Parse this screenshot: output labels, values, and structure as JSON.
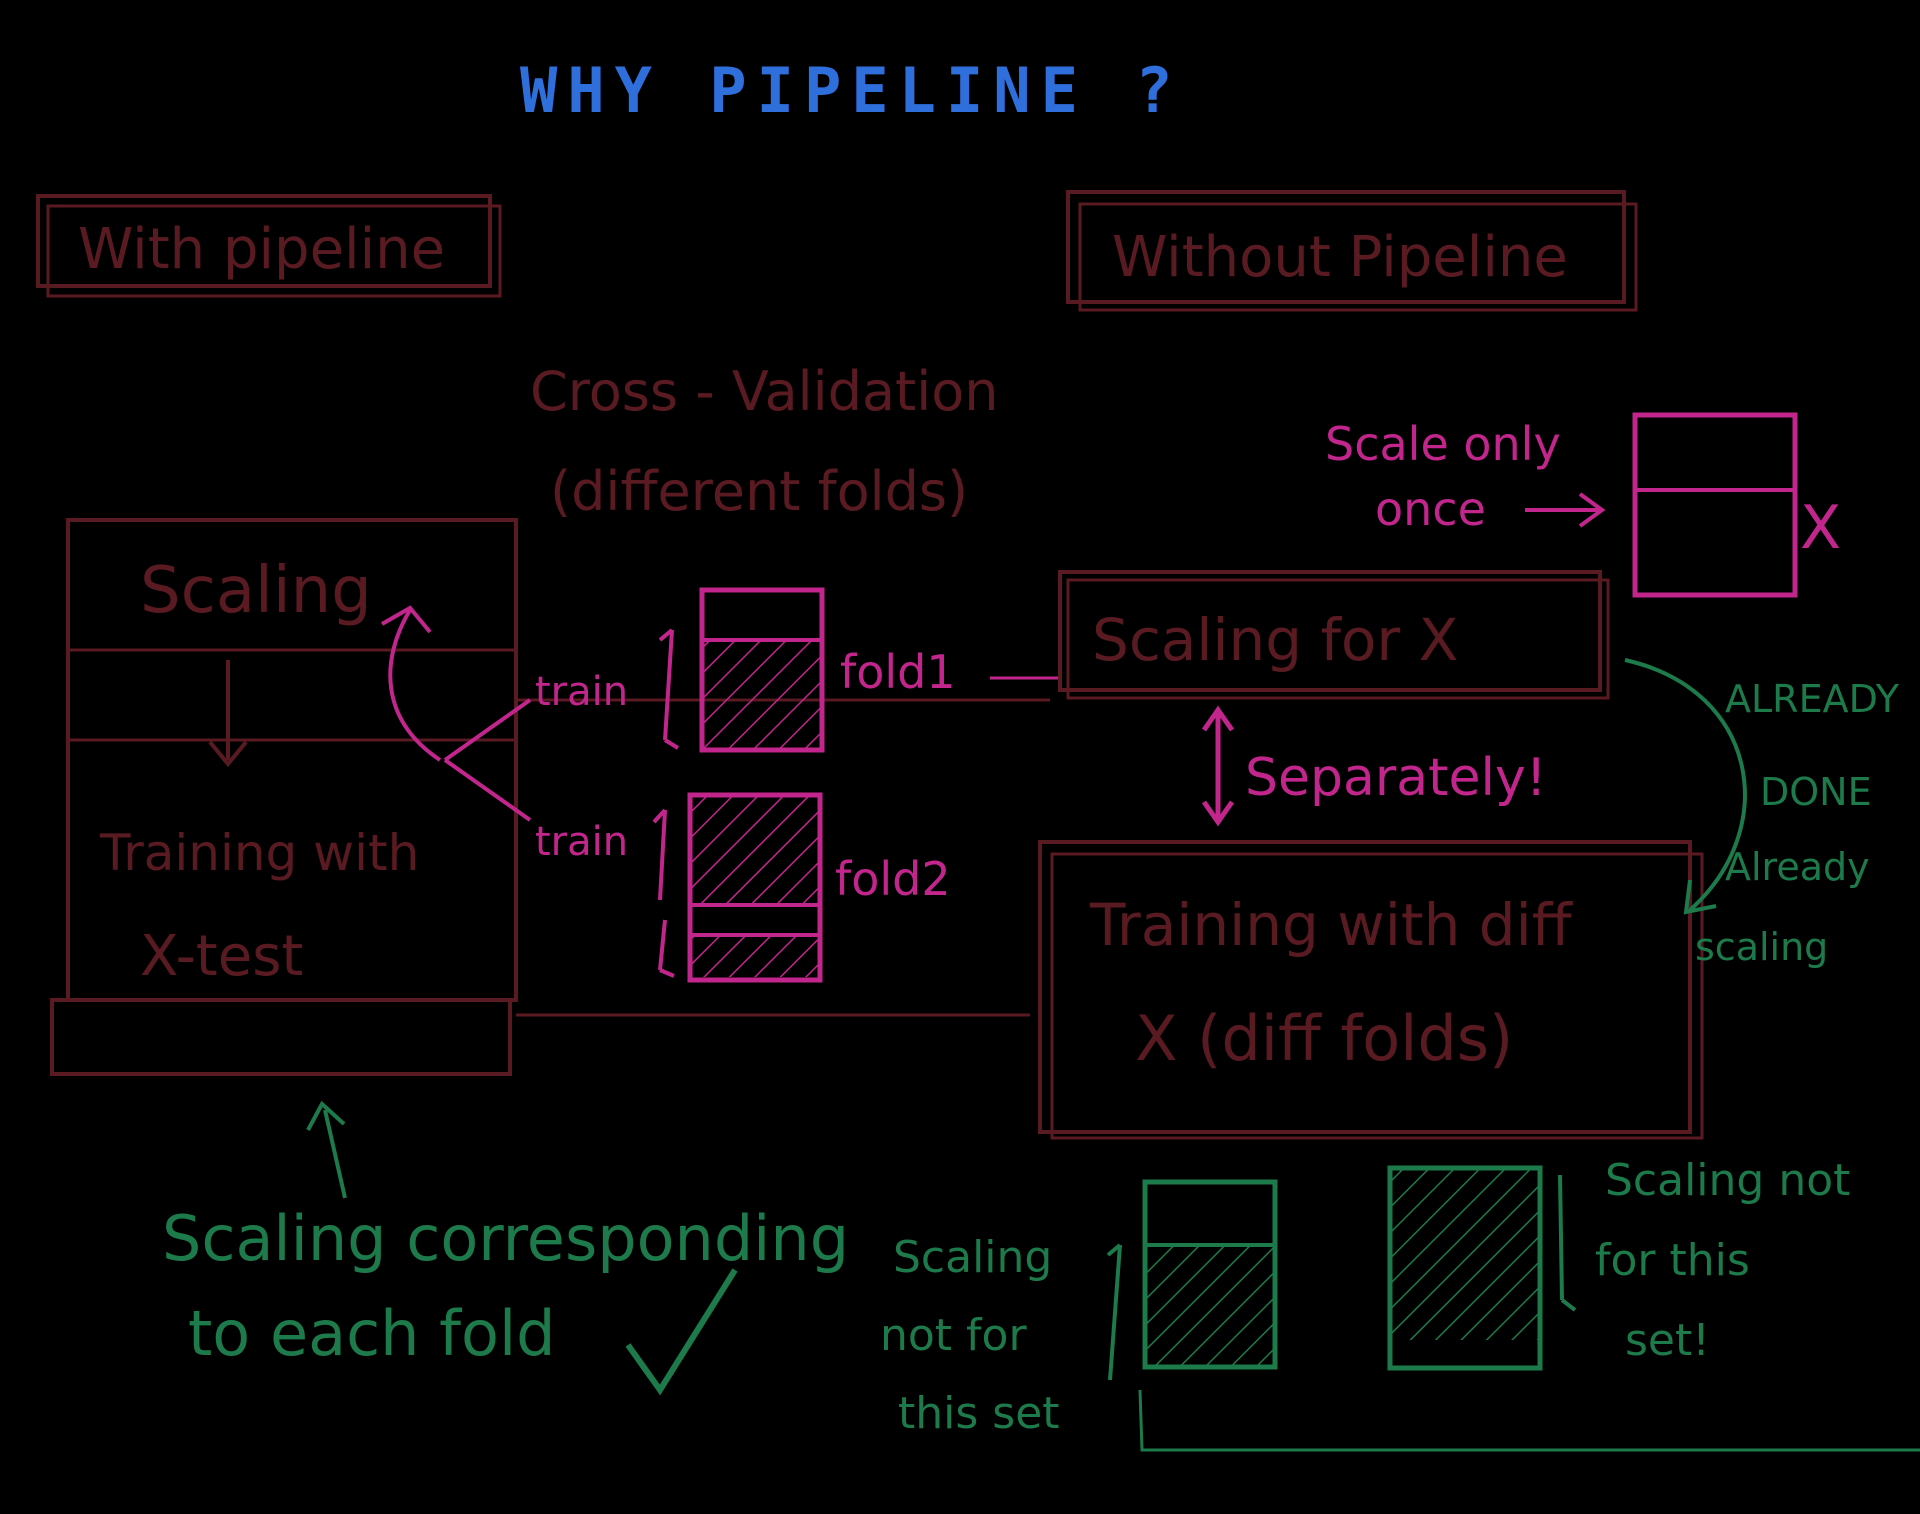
{
  "title": "WHY PIPELINE ?",
  "colors": {
    "background": "#000000",
    "maroon": "#5a1a22",
    "magenta": "#c2268d",
    "green": "#1d7a4a",
    "blue": "#2f6fdb"
  },
  "with_pipeline": {
    "heading": "With pipeline",
    "cross_validation": [
      "Cross - Validation",
      "(different folds)"
    ],
    "box_step1": "Scaling",
    "box_step2_line1": "Training with",
    "box_step2_line2": "X-test",
    "fold1_train_label": "train",
    "fold1_label": "fold1",
    "fold2_train_label": "train",
    "fold2_label": "fold2",
    "note": [
      "Scaling corresponding",
      "to each fold"
    ]
  },
  "without_pipeline": {
    "heading": "Without Pipeline",
    "scale_only_once": [
      "Scale only",
      "once"
    ],
    "x_label": "X",
    "scaling_box": "Scaling for X",
    "separately": "Separately!",
    "training_box_line1": "Training with diff",
    "training_box_line2": "X (diff folds)",
    "already_note": [
      "ALREADY",
      "DONE",
      "Already",
      "scaling"
    ],
    "bottom_left_note": [
      "Scaling",
      "not for",
      "this set"
    ],
    "bottom_right_note": [
      "Scaling not",
      "for this",
      "set!"
    ]
  }
}
